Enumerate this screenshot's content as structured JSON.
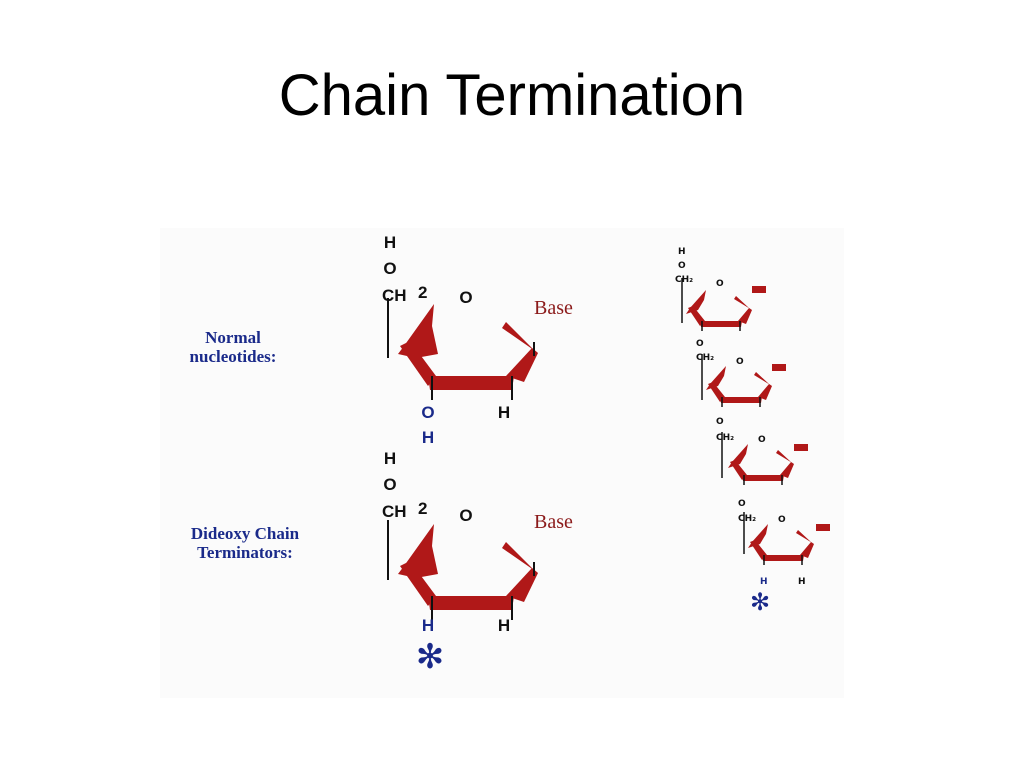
{
  "slide": {
    "title": "Chain Termination"
  },
  "labels": {
    "normal": [
      "Normal",
      "nucleotides:"
    ],
    "dideoxy": [
      "Dideoxy Chain",
      "Terminators:"
    ]
  },
  "atoms": {
    "H": "H",
    "O": "O",
    "CH": "CH",
    "CH2": "CH₂",
    "two": "2",
    "base": "Base",
    "star": "✻"
  },
  "colors": {
    "ring": "#b01818",
    "navy": "#1a2a8a",
    "bond": "#111111",
    "background": "#fbfbfb"
  }
}
